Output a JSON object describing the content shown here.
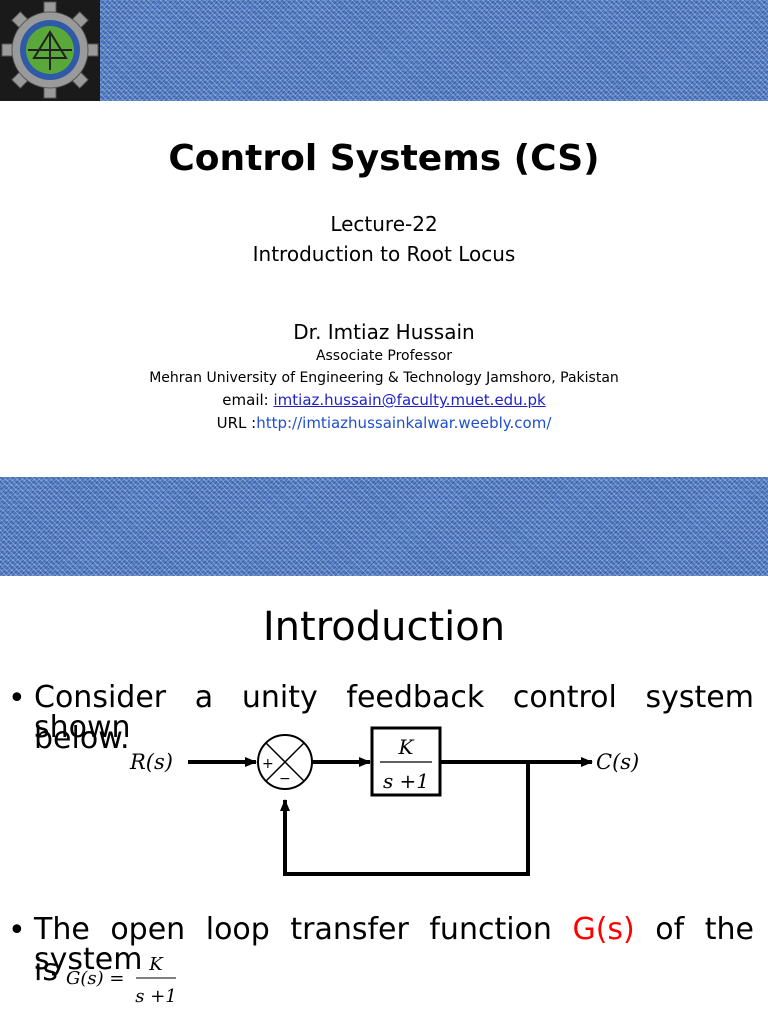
{
  "slide1": {
    "title": "Control Systems (CS)",
    "lecture": "Lecture-22",
    "topic": "Introduction to Root Locus",
    "author": "Dr. Imtiaz Hussain",
    "role": "Associate Professor",
    "university": "Mehran University of Engineering & Technology Jamshoro, Pakistan",
    "email_label": "email: ",
    "email": "imtiaz.hussain@faculty.muet.edu.pk",
    "url_label": "URL :",
    "url": "http://imtiazhussainkalwar.weebly.com/"
  },
  "slide2": {
    "heading": "Introduction",
    "bullet1_line1": "Consider a unity feedback control system shown",
    "bullet1_line2": "below.",
    "bullet2_pre": "The open loop transfer function ",
    "bullet2_red": "G(s)",
    "bullet2_post": " of the system",
    "bullet2_line2": "is",
    "diagram": {
      "input": "R(s)",
      "output": "C(s)",
      "plus": "+",
      "minus": "−",
      "block_num": "K",
      "block_den": "s +1"
    },
    "formula": {
      "lhs": "G(s) =",
      "num": "K",
      "den": "s +1"
    }
  },
  "colors": {
    "band": "#4f7cc4",
    "highlight": "#ff0000",
    "link": "#1f1fcf"
  }
}
